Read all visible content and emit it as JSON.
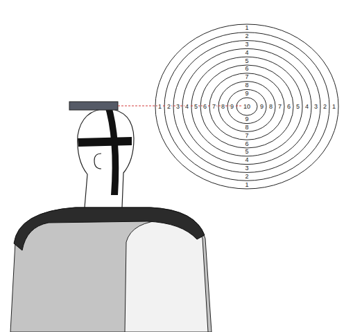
{
  "diagram": {
    "labels": [
      "1",
      "2",
      "3",
      "4",
      "5",
      "6",
      "7",
      "8",
      "9",
      "1",
      "2",
      "3",
      "4",
      "5",
      "6",
      "7",
      "8",
      "9",
      "10",
      "9",
      "8",
      "7",
      "6",
      "5",
      "4",
      "3",
      "2",
      "1",
      "9",
      "8",
      "7",
      "6",
      "5",
      "4",
      "3",
      "2",
      "1"
    ]
  }
}
